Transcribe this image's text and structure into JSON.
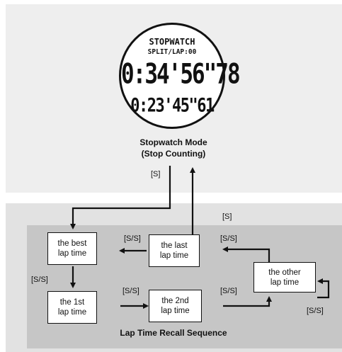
{
  "watch": {
    "title": "STOPWATCH",
    "split_lap": "SPLIT/LAP:00",
    "main_time": "0:34'56\"78",
    "sub_time": "0:23'45\"61"
  },
  "mode_label": {
    "line1": "Stopwatch Mode",
    "line2": "(Stop Counting)"
  },
  "buttons": {
    "s": "[S]",
    "s_return": "[S]",
    "ss_from_best": "[S/S]",
    "ss_last_to_best": "[S/S]",
    "ss_other_to_last": "[S/S]",
    "ss_1st_to_2nd": "[S/S]",
    "ss_2nd_to_other": "[S/S]",
    "ss_other_loop": "[S/S]"
  },
  "boxes": {
    "best": "the best\nlap time",
    "last": "the last\nlap time",
    "other": "the other\nlap time",
    "first": "the 1st\nlap time",
    "second": "the 2nd\nlap time"
  },
  "sequence_title": "Lap Time Recall Sequence"
}
